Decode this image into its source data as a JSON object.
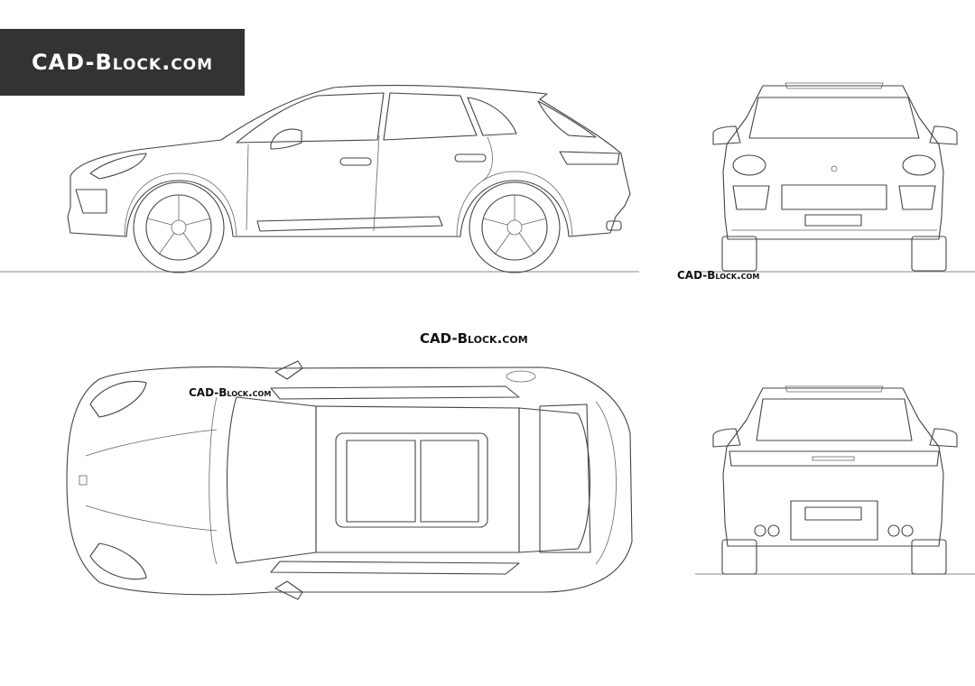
{
  "logo": {
    "text": "CAD-Block.com",
    "background": "#333333",
    "color": "#ffffff"
  },
  "watermarks": {
    "front_view": "CAD-Block.com",
    "top_view_center": "CAD-Block.com",
    "top_view_left": "CAD-Block.com"
  },
  "drawing": {
    "views": [
      "side-view",
      "front-view",
      "top-view",
      "rear-view"
    ],
    "line_color": "#444444",
    "background": "#ffffff"
  }
}
